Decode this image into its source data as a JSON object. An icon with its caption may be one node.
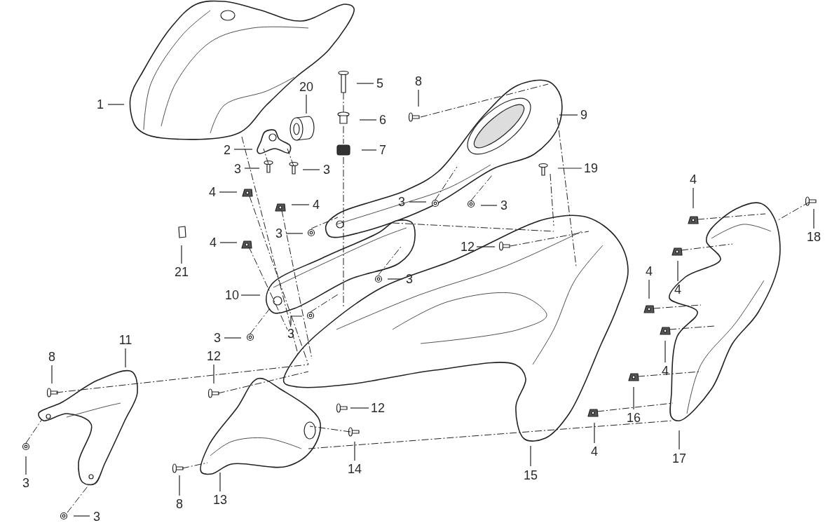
{
  "diagram": {
    "nodes": [
      {
        "text": [
          "1"
        ]
      },
      {
        "text": [
          "20"
        ]
      },
      {
        "text": [
          "5"
        ]
      },
      {
        "text": [
          "8"
        ]
      },
      {
        "text": [
          "9"
        ]
      },
      {
        "text": [
          "6"
        ]
      },
      {
        "text": [
          "7"
        ]
      },
      {
        "text": [
          "2"
        ]
      },
      {
        "text": [
          "3"
        ]
      },
      {
        "text": [
          "3"
        ]
      },
      {
        "text": [
          "19"
        ]
      },
      {
        "text": [
          "4"
        ]
      },
      {
        "text": [
          "4"
        ]
      },
      {
        "text": [
          "3"
        ]
      },
      {
        "text": [
          "3"
        ]
      },
      {
        "text": [
          "4"
        ]
      },
      {
        "text": [
          "3"
        ]
      },
      {
        "text": [
          "18"
        ]
      },
      {
        "text": [
          "4"
        ]
      },
      {
        "text": [
          "12"
        ]
      },
      {
        "text": [
          "21"
        ]
      },
      {
        "text": [
          "4"
        ]
      },
      {
        "text": [
          "3"
        ]
      },
      {
        "text": [
          "4"
        ]
      },
      {
        "text": [
          "10"
        ]
      },
      {
        "text": [
          "3"
        ]
      },
      {
        "text": [
          "3"
        ]
      },
      {
        "text": [
          "11"
        ]
      },
      {
        "text": [
          "8"
        ]
      },
      {
        "text": [
          "12"
        ]
      },
      {
        "text": [
          "4"
        ]
      },
      {
        "text": [
          "12"
        ]
      },
      {
        "text": [
          "16"
        ]
      },
      {
        "text": [
          "4"
        ]
      },
      {
        "text": [
          "14"
        ]
      },
      {
        "text": [
          "15"
        ]
      },
      {
        "text": [
          "17"
        ]
      },
      {
        "text": [
          "3"
        ]
      },
      {
        "text": [
          "13"
        ]
      },
      {
        "text": [
          "8"
        ]
      },
      {
        "text": [
          "3"
        ]
      }
    ],
    "edges": [
      {
        "from": 0,
        "to": null,
        "arrow": "none"
      },
      {
        "from": 1,
        "to": null,
        "arrow": "none"
      },
      {
        "from": 2,
        "to": null,
        "arrow": "none"
      },
      {
        "from": 3,
        "to": null,
        "arrow": "none"
      },
      {
        "from": 4,
        "to": null,
        "arrow": "none"
      },
      {
        "from": 5,
        "to": null,
        "arrow": "none"
      },
      {
        "from": 6,
        "to": null,
        "arrow": "none"
      },
      {
        "from": 7,
        "to": null,
        "arrow": "none"
      },
      {
        "from": 8,
        "to": null,
        "arrow": "none"
      },
      {
        "from": 9,
        "to": null,
        "arrow": "none"
      },
      {
        "from": 10,
        "to": null,
        "arrow": "none"
      },
      {
        "from": 11,
        "to": null,
        "arrow": "none"
      },
      {
        "from": 12,
        "to": null,
        "arrow": "none"
      },
      {
        "from": 13,
        "to": null,
        "arrow": "none"
      },
      {
        "from": 14,
        "to": null,
        "arrow": "none"
      },
      {
        "from": 15,
        "to": null,
        "arrow": "none"
      },
      {
        "from": 16,
        "to": null,
        "arrow": "none"
      },
      {
        "from": 17,
        "to": null,
        "arrow": "none"
      },
      {
        "from": 18,
        "to": null,
        "arrow": "none"
      },
      {
        "from": 19,
        "to": null,
        "arrow": "none"
      },
      {
        "from": 20,
        "to": null,
        "arrow": "none"
      },
      {
        "from": 21,
        "to": null,
        "arrow": "none"
      },
      {
        "from": 22,
        "to": null,
        "arrow": "none"
      },
      {
        "from": 23,
        "to": null,
        "arrow": "none"
      },
      {
        "from": 24,
        "to": null,
        "arrow": "none"
      },
      {
        "from": 25,
        "to": null,
        "arrow": "none"
      },
      {
        "from": 26,
        "to": null,
        "arrow": "none"
      },
      {
        "from": 27,
        "to": null,
        "arrow": "none"
      },
      {
        "from": 28,
        "to": null,
        "arrow": "none"
      },
      {
        "from": 29,
        "to": null,
        "arrow": "none"
      },
      {
        "from": 30,
        "to": null,
        "arrow": "none"
      },
      {
        "from": 31,
        "to": null,
        "arrow": "none"
      },
      {
        "from": 32,
        "to": null,
        "arrow": "none"
      },
      {
        "from": 33,
        "to": null,
        "arrow": "none"
      },
      {
        "from": 34,
        "to": null,
        "arrow": "none"
      },
      {
        "from": 35,
        "to": null,
        "arrow": "none"
      },
      {
        "from": 36,
        "to": null,
        "arrow": "none"
      },
      {
        "from": 37,
        "to": null,
        "arrow": "none"
      },
      {
        "from": 38,
        "to": null,
        "arrow": "none"
      },
      {
        "from": 39,
        "to": null,
        "arrow": "none"
      },
      {
        "from": 40,
        "to": null,
        "arrow": "none"
      }
    ]
  }
}
